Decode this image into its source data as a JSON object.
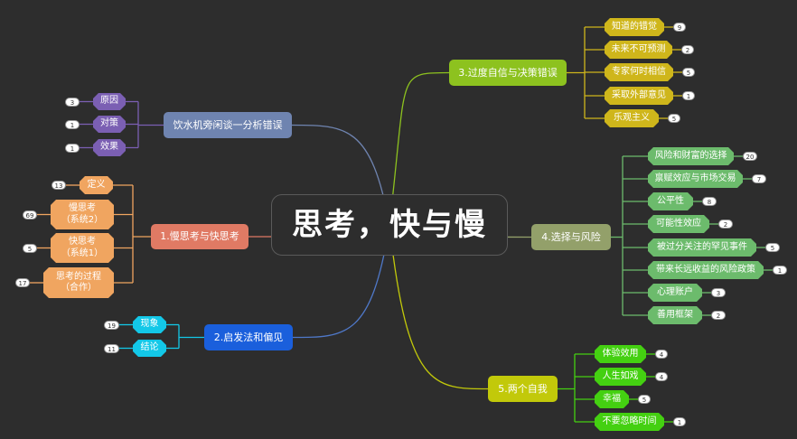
{
  "center": {
    "label": "思考，快与慢"
  },
  "branches": [
    {
      "label": "饮水机旁闲谈一分析错误",
      "color": "#6f84b0",
      "leaf_color": "#7b5fb3",
      "leaves": [
        {
          "label": "原因",
          "count": "3"
        },
        {
          "label": "对策",
          "count": "1"
        },
        {
          "label": "效果",
          "count": "1"
        }
      ]
    },
    {
      "label": "1.慢思考与快思考",
      "color": "#e07a64",
      "leaf_color": "#f0a560",
      "leaves": [
        {
          "label": "定义",
          "count": "13"
        },
        {
          "label": "慢思考\n（系统2）",
          "count": "69"
        },
        {
          "label": "快思考\n（系统1）",
          "count": "5"
        },
        {
          "label": "思考的过程\n（合作）",
          "count": "17"
        }
      ]
    },
    {
      "label": "2.启发法和偏见",
      "color": "#1a5fdc",
      "leaf_color": "#13c8e8",
      "leaves": [
        {
          "label": "现象",
          "count": "19"
        },
        {
          "label": "结论",
          "count": "11"
        }
      ]
    },
    {
      "label": "3.过度自信与决策错误",
      "color": "#8dc21f",
      "leaf_color": "#cfb61b",
      "leaves": [
        {
          "label": "知道的错觉",
          "count": "9"
        },
        {
          "label": "未来不可预测",
          "count": "2"
        },
        {
          "label": "专家何时相信",
          "count": "5"
        },
        {
          "label": "采取外部意见",
          "count": "1"
        },
        {
          "label": "乐观主义",
          "count": "5"
        }
      ]
    },
    {
      "label": "4.选择与风险",
      "color": "#93a06a",
      "leaf_color": "#6cbb6c",
      "leaves": [
        {
          "label": "风险和财富的选择",
          "count": "20"
        },
        {
          "label": "禀赋效应与市场交易",
          "count": "7"
        },
        {
          "label": "公平性",
          "count": "8"
        },
        {
          "label": "可能性效应",
          "count": "2"
        },
        {
          "label": "被过分关注的罕见事件",
          "count": "5"
        },
        {
          "label": "带来长远收益的风险政策",
          "count": "1"
        },
        {
          "label": "心理账户",
          "count": "3"
        },
        {
          "label": "善用框架",
          "count": "2"
        }
      ]
    },
    {
      "label": "5.两个自我",
      "color": "#c2c90a",
      "leaf_color": "#44d011",
      "leaves": [
        {
          "label": "体验效用",
          "count": "4"
        },
        {
          "label": "人生如戏",
          "count": "4"
        },
        {
          "label": "幸福",
          "count": "5"
        },
        {
          "label": "不要忽略时间",
          "count": "1"
        }
      ]
    }
  ]
}
